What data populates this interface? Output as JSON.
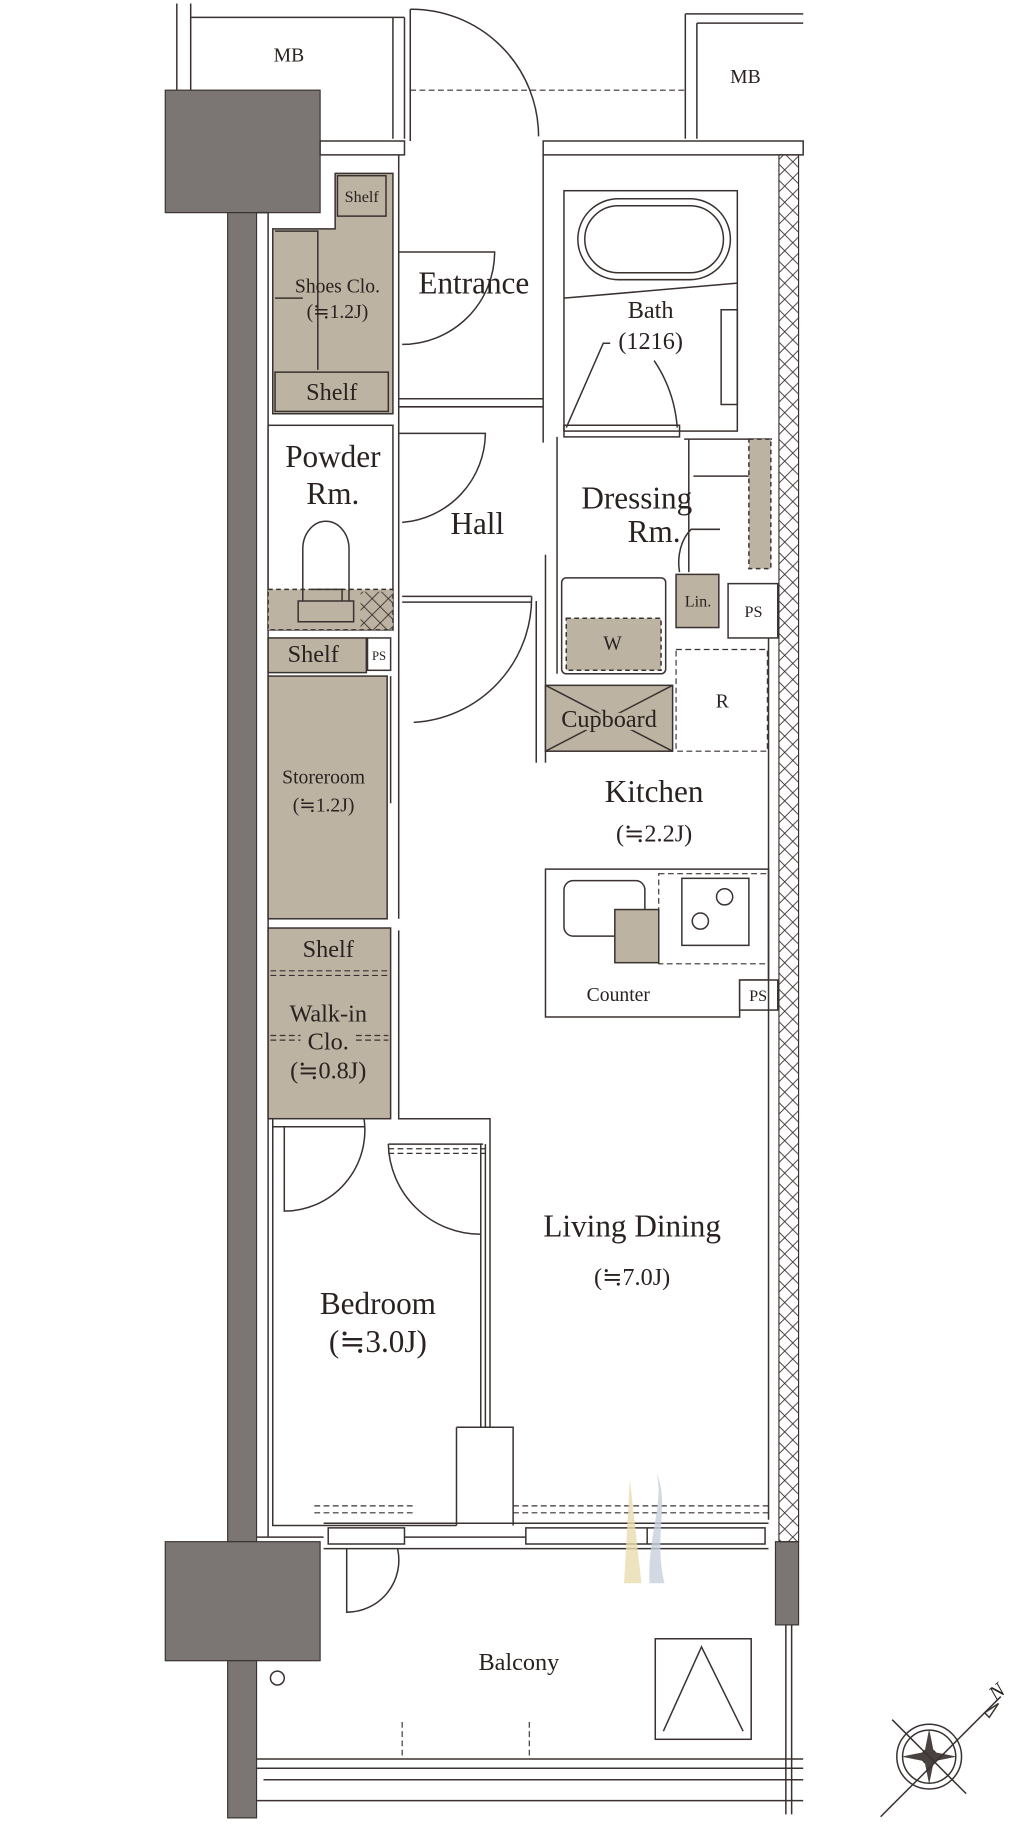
{
  "floor_plan": {
    "rooms": {
      "mb_left": "MB",
      "mb_right": "MB",
      "shelf_top": "Shelf",
      "shoes_closet": "Shoes Clo.",
      "shoes_closet_size": "(≒1.2J)",
      "shelf_shoes": "Shelf",
      "entrance": "Entrance",
      "bath": "Bath",
      "bath_size": "(1216)",
      "powder_room_line1": "Powder",
      "powder_room_line2": "Rm.",
      "hall": "Hall",
      "dressing_room_line1": "Dressing",
      "dressing_room_line2": "Rm.",
      "linen": "Lin.",
      "ps_1": "PS",
      "washer": "W",
      "shelf_storeroom": "Shelf",
      "ps_2": "PS",
      "storeroom": "Storeroom",
      "storeroom_size": "(≒1.2J)",
      "cupboard": "Cupboard",
      "refrigerator": "R",
      "kitchen": "Kitchen",
      "kitchen_size": "(≒2.2J)",
      "counter": "Counter",
      "ps_3": "PS",
      "shelf_walkin": "Shelf",
      "walkin_line1": "Walk-in",
      "walkin_line2": "Clo.",
      "walkin_size": "(≒0.8J)",
      "living_dining": "Living Dining",
      "living_dining_size": "(≒7.0J)",
      "bedroom": "Bedroom",
      "bedroom_size": "(≒3.0J)",
      "balcony": "Balcony"
    },
    "compass_label": "N",
    "colors": {
      "storage": "#bcb3a2",
      "structure": "#7b7674"
    }
  }
}
